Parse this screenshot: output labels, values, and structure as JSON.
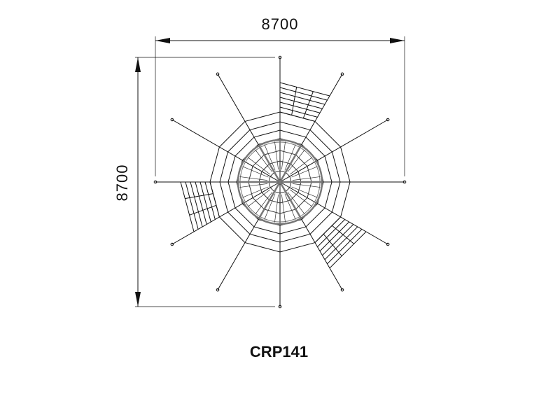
{
  "dimensions": {
    "width": "8700",
    "height": "8700"
  },
  "product_code": "CRP141",
  "colors": {
    "line": "#111111",
    "inner": "#777777"
  }
}
